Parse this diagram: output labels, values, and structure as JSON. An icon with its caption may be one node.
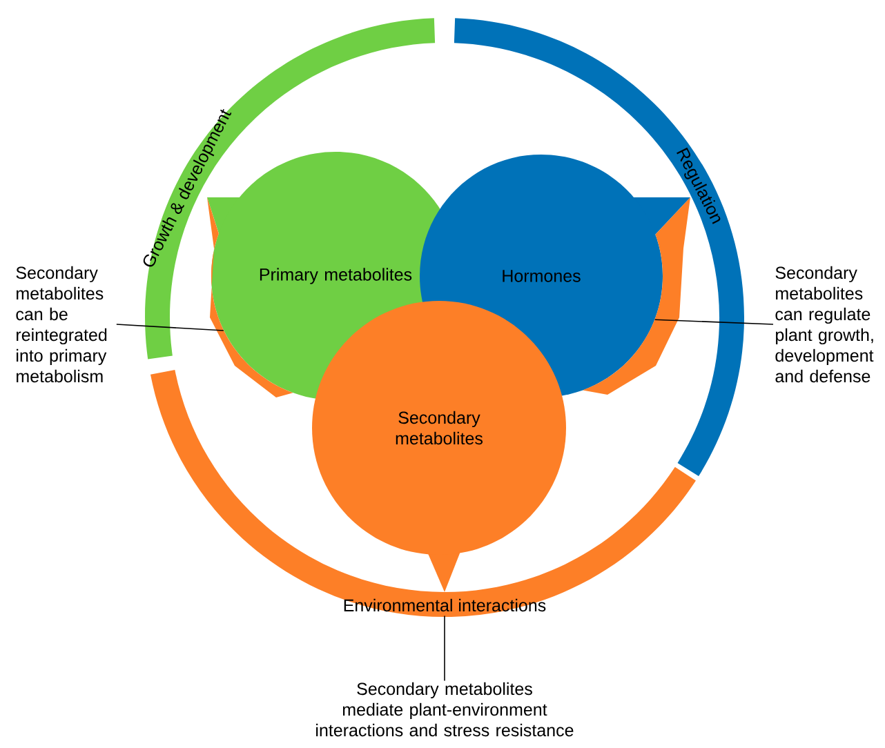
{
  "diagram": {
    "nodes": [
      {
        "text": [
          "Growth & development"
        ]
      },
      {
        "text": [
          "Regulation"
        ]
      },
      {
        "text": [
          "Environmental interactions"
        ]
      },
      {
        "text": [
          "Primary metabolites"
        ]
      },
      {
        "text": [
          "Hormones"
        ]
      },
      {
        "text": [
          "Secondary metabolites"
        ]
      },
      {
        "text": [
          "Secondary metabolites can be reintegrated into primary metabolism"
        ]
      },
      {
        "text": [
          "Secondary metabolites can regulate plant growth, development and defense"
        ]
      },
      {
        "text": [
          "Secondary metabolites mediate plant-environment interactions and stress resistance"
        ]
      }
    ],
    "edges": [
      {
        "from": 6,
        "to": 3,
        "arrow": "none"
      },
      {
        "from": 7,
        "to": 4,
        "arrow": "none"
      },
      {
        "from": 8,
        "to": 2,
        "arrow": "none"
      }
    ]
  }
}
